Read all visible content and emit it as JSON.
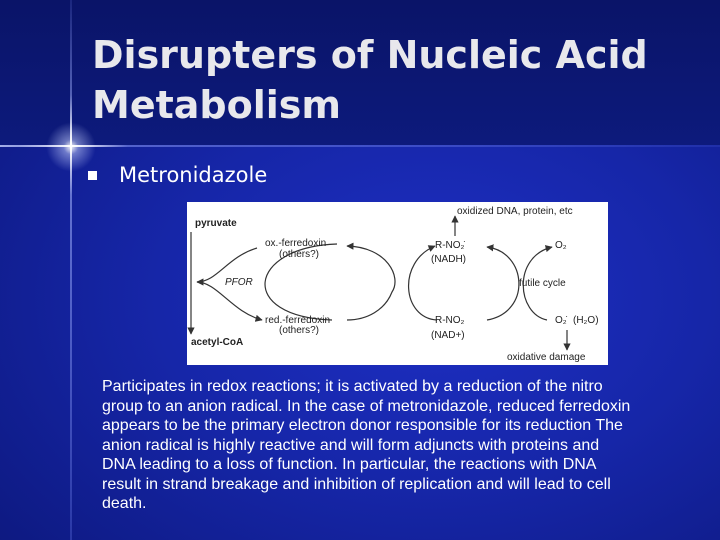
{
  "slide": {
    "title_line1": "Disrupters of Nucleic Acid",
    "title_line2": "Metabolism",
    "bullet": "Metronidazole",
    "bullet_icon": "square-bullet-icon",
    "colors": {
      "background": "#1626a8",
      "title_band": "#0a1468",
      "title_text": "#e8e8ec",
      "body_text": "#ffffff"
    },
    "body_lines": [
      "Participates in redox reactions; it is activated by a reduction of the nitro",
      "group to an anion radical. In the case of metronidazole, reduced ferredoxin",
      "appears to be the primary electron donor responsible for its reduction The",
      "anion radical is highly reactive and will form adjuncts with proteins and",
      "DNA leading to a loss of function. In particular, the reactions with DNA",
      "result in strand breakage and inhibition of replication and will lead to cell",
      "death."
    ]
  },
  "diagram": {
    "pyruvate": "pyruvate",
    "pfor": "PFOR",
    "acetyl_coa": "acetyl-CoA",
    "ox_ferredoxin": "ox.-ferredoxin",
    "others_top": "(others?)",
    "red_ferredoxin": "red.-ferredoxin",
    "others_bottom": "(others?)",
    "r_no2_radical": "R-NO₂̇",
    "nadh": "(NADH)",
    "r_no2": "R-NO₂",
    "nad_plus": "(NAD+)",
    "oxidized": "oxidized DNA, protein, etc",
    "o2": "O₂",
    "futile_cycle": "futile cycle",
    "superoxide": "O₂̇",
    "h2o": "(H₂O)",
    "oxidative_damage": "oxidative damage"
  }
}
